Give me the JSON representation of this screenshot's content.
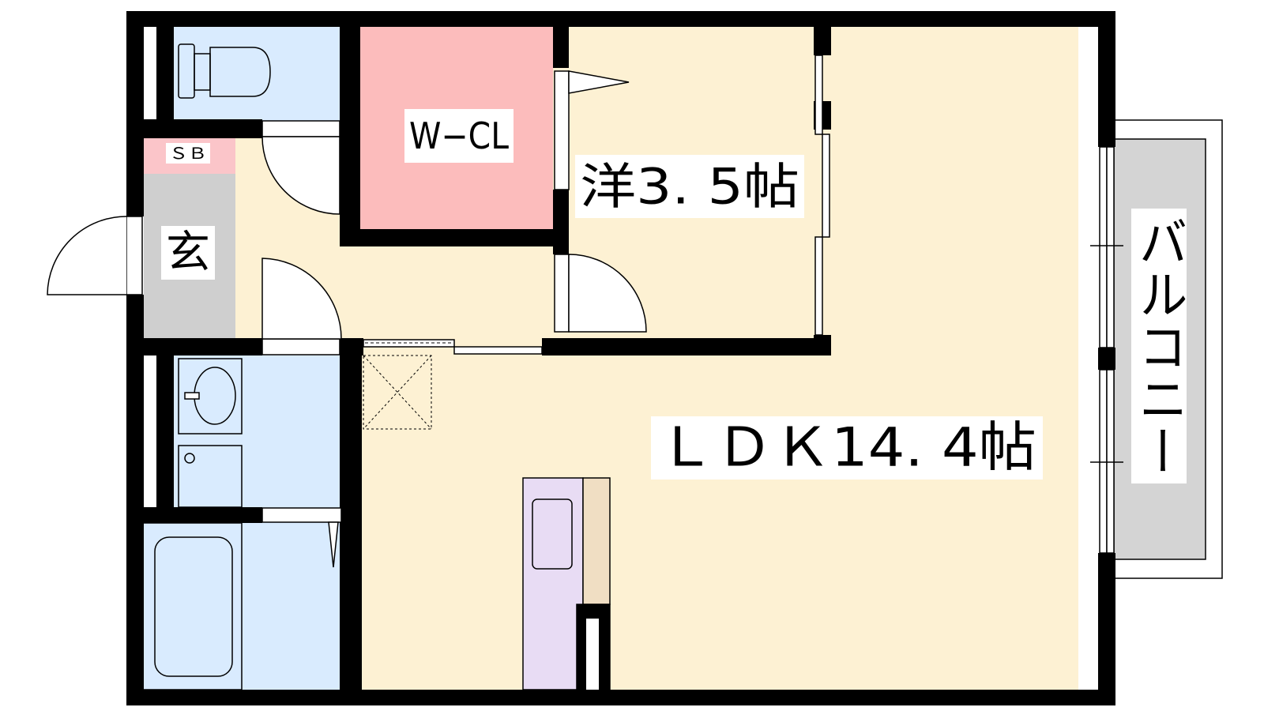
{
  "floor_plan": {
    "rooms": {
      "walk_in_closet": "W−CL",
      "western_room": "洋3. 5帖",
      "entrance": "玄",
      "shoe_box": "ＳＢ",
      "ldk": "ＬＤＫ14. 4帖",
      "balcony": "バルコニー"
    },
    "colors": {
      "wall": "#000000",
      "wet_area": "#d9ebfe",
      "closet": "#fcbcbc",
      "living_floor": "#fdf1d3",
      "entrance_floor": "#cfcfcf",
      "shoe_box": "#fbc5c9",
      "balcony": "#d4d4d4",
      "kitchen_sink": "#e8dcf4",
      "kitchen_counter": "#f0dec3"
    }
  }
}
